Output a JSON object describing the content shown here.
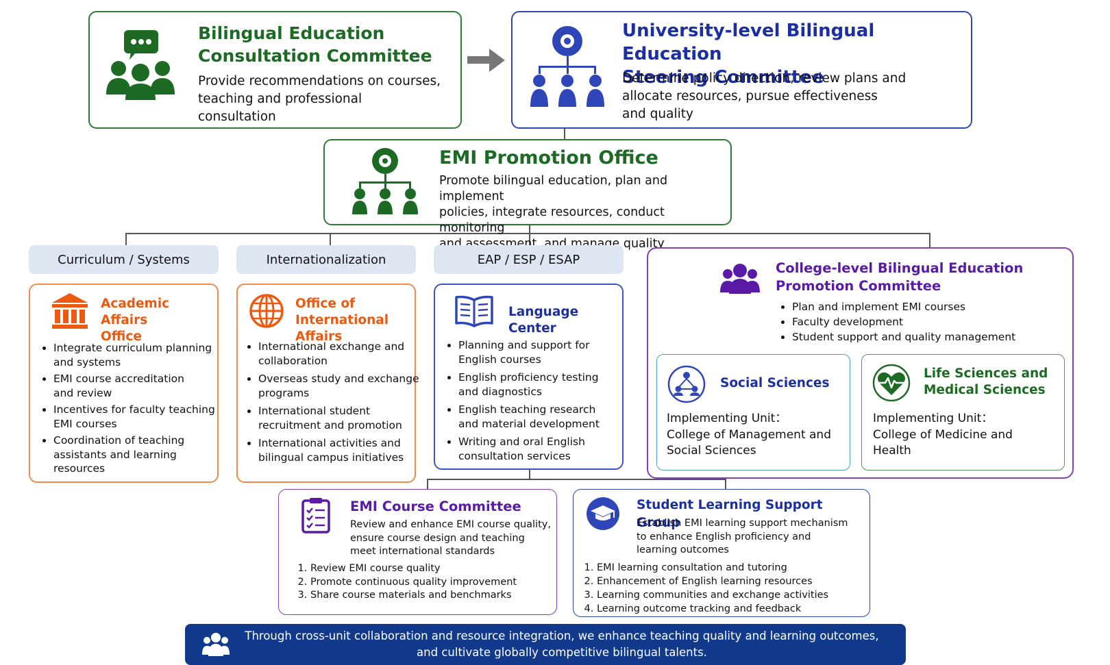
{
  "consultation": {
    "title_line1": "Bilingual Education",
    "title_line2": "Consultation Committee",
    "desc_line1": "Provide recommendations on courses,",
    "desc_line2": "teaching and professional",
    "desc_line3": "consultation"
  },
  "steering": {
    "title_line1": "University-level Bilingual Education",
    "title_line2": "Steering Committee",
    "desc_line1": "Determine policy direction, review plans and",
    "desc_line2": "allocate resources, pursue effectiveness",
    "desc_line3": "and quality"
  },
  "emi_office": {
    "title": "EMI Promotion Office",
    "desc_line1": "Promote bilingual education, plan and implement",
    "desc_line2": "policies, integrate resources, conduct monitoring",
    "desc_line3": "and assessment, and manage quality"
  },
  "tags": {
    "curriculum": "Curriculum / Systems",
    "international": "Internationalization",
    "eap": "EAP / ESP / ESAP"
  },
  "academic": {
    "title_line1": "Academic Affairs",
    "title_line2": "Office",
    "items": [
      [
        "Integrate curriculum planning",
        "and systems"
      ],
      [
        "EMI course accreditation",
        "and review"
      ],
      [
        "Incentives for faculty teaching",
        "EMI courses"
      ],
      [
        "Coordination of teaching",
        "assistants and learning",
        "resources"
      ]
    ]
  },
  "intl": {
    "title_line1": "Office of",
    "title_line2": "International Affairs",
    "items": [
      [
        "International exchange and",
        "collaboration"
      ],
      [
        "Overseas study and exchange",
        "programs"
      ],
      [
        "International student",
        "recruitment and promotion"
      ],
      [
        "International activities and",
        "bilingual campus initiatives"
      ]
    ]
  },
  "language": {
    "title": "Language Center",
    "items": [
      [
        "Planning and support for",
        "English courses"
      ],
      [
        "English proficiency testing",
        "and diagnostics"
      ],
      [
        "English teaching research",
        "and material development"
      ],
      [
        "Writing and oral English",
        "consultation services"
      ]
    ]
  },
  "college": {
    "title_line1": "College-level Bilingual Education",
    "title_line2": "Promotion Committee",
    "items": [
      "Plan and implement EMI courses",
      "Faculty development",
      "Student support and quality management"
    ]
  },
  "social": {
    "title": "Social Sciences",
    "unit_label": "Implementing Unit：",
    "unit_line1": "College of Management and",
    "unit_line2": "Social Sciences"
  },
  "life": {
    "title_line1": "Life Sciences and",
    "title_line2": "Medical Sciences",
    "unit_label": "Implementing Unit：",
    "unit_line1": "College of Medicine and",
    "unit_line2": "Health"
  },
  "emi_course": {
    "title": "EMI Course Committee",
    "desc_line1": "Review and enhance EMI course quality,",
    "desc_line2": "ensure course design and teaching",
    "desc_line3": "meet international standards",
    "items": [
      "Review EMI course quality",
      "Promote continuous quality improvement",
      "Share course materials and benchmarks"
    ]
  },
  "support": {
    "title": "Student Learning Support Group",
    "desc_line1": "Establish EMI learning support mechanism",
    "desc_line2": "to enhance English proficiency and",
    "desc_line3": "learning outcomes",
    "items": [
      "EMI learning consultation and tutoring",
      "Enhancement of English learning resources",
      "Learning communities and exchange activities",
      "Learning outcome tracking and feedback"
    ]
  },
  "footer": {
    "line1": "Through cross-unit collaboration and resource integration, we enhance teaching quality and learning outcomes,",
    "line2": "and cultivate globally competitive bilingual talents."
  },
  "colors": {
    "green": "#1d6a24",
    "blue": "#1c2fa0",
    "orange": "#ec5a12",
    "purple": "#5b1aa6",
    "footer_bg": "#123a8c"
  }
}
